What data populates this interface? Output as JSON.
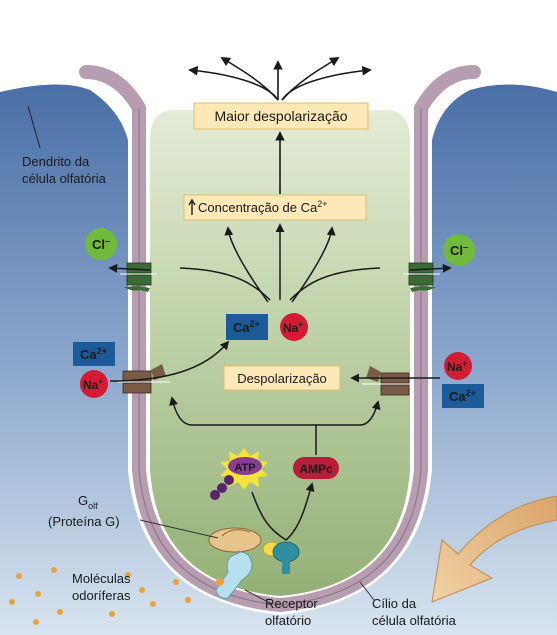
{
  "labels": {
    "maior_despolarizacao": "Maior despolarização",
    "concentracao_ca": "Concentração de Ca",
    "concentracao_ca_sup": "2+",
    "despolarizacao": "Despolarização",
    "dendrito_line1": "Dendrito da",
    "dendrito_line2": "célula olfatória",
    "golf_main": "G",
    "golf_sub": "olf",
    "proteina_g": "(Proteína G)",
    "moleculas_line1": "Moléculas",
    "moleculas_line2": "odoríferas",
    "receptor_line1": "Receptor",
    "receptor_line2": "olfatório",
    "cilio_line1": "Cílio da",
    "cilio_line2": "célula olfatória"
  },
  "ions": {
    "cl": "Cl",
    "cl_sup": "–",
    "ca": "Ca",
    "ca_sup": "2+",
    "na": "Na",
    "na_sup": "+"
  },
  "molecules": {
    "atp": "ATP",
    "ampc": "AMPc"
  },
  "colors": {
    "cytoplasm_blue": "#5a7fb5",
    "cilium_green": "#98b47c",
    "membrane_purple": "#b39aac",
    "cl_green": "#72ba3c",
    "ca_blue": "#1b5b9a",
    "na_red": "#d51a33",
    "label_box": "#fde8b8",
    "atp_purple": "#8a3c92",
    "ampc_red": "#b81d3a",
    "receptor_blue": "#a8d8e8",
    "arrow_tan": "#e0b885"
  }
}
